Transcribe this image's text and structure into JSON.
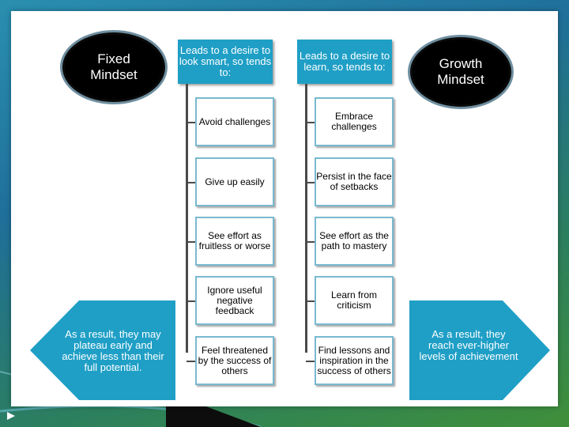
{
  "fixed": {
    "title": "Fixed Mindset",
    "header": "Leads to a desire to look smart, so tends to:",
    "items": [
      "Avoid challenges",
      "Give up easily",
      "See effort as fruitless or worse",
      "Ignore useful negative feedback",
      "Feel threatened by the success of others"
    ],
    "result": "As a result, they may plateau early and achieve less than their full potential."
  },
  "growth": {
    "title": "Growth Mindset",
    "header": "Leads to a desire to learn, so tends to:",
    "items": [
      "Embrace challenges",
      "Persist in the face of setbacks",
      "See effort as the path to mastery",
      "Learn from criticism",
      "Find lessons and inspiration in the success of others"
    ],
    "result": "As a result, they reach ever-higher levels of achievement"
  },
  "colors": {
    "header_fill": "#1f9fc6",
    "arrow_fill": "#1f9fc6",
    "item_border": "#79b9cf",
    "oval_fill": "#000000"
  }
}
